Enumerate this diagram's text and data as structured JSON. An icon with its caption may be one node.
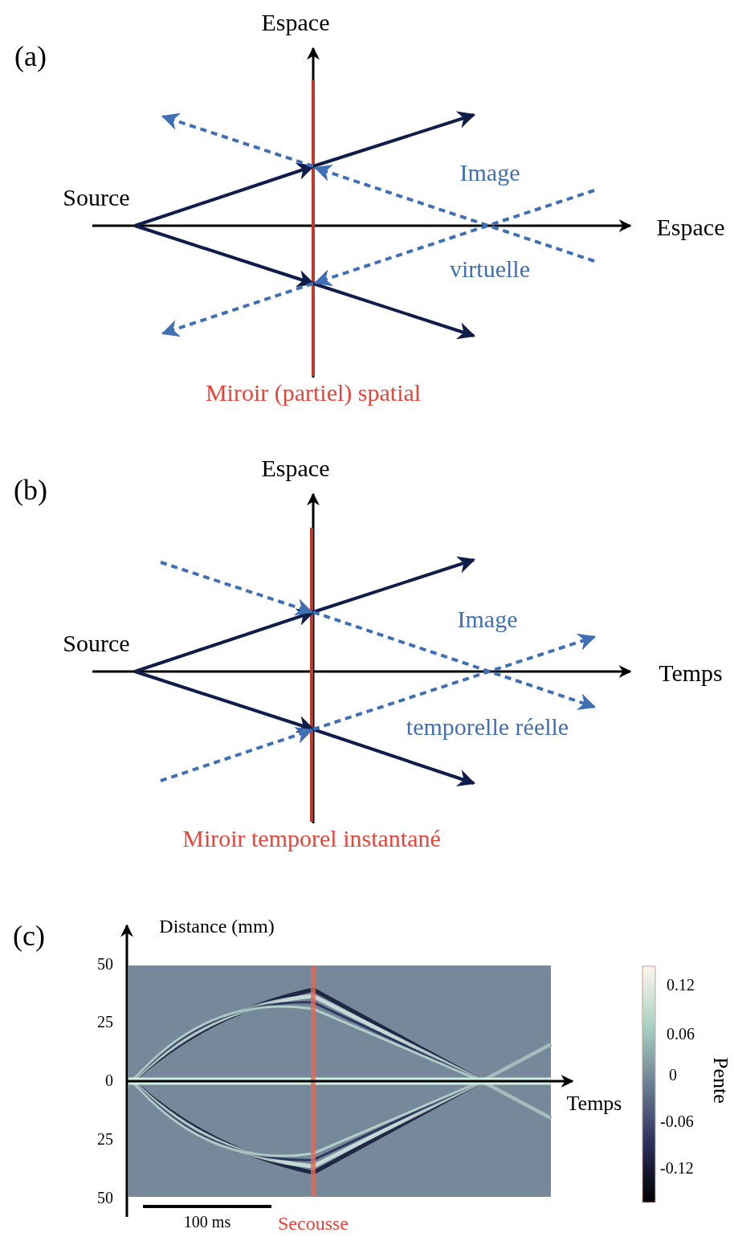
{
  "diagram": {
    "labels": [
      "(a)",
      "Espace",
      "Source",
      "Image",
      "Espace",
      "virtuelle",
      "Miroir (partiel) spatial",
      "(b)",
      "Espace",
      "Source",
      "Image",
      "Temps",
      "temporelle réelle",
      "Miroir temporel instantané",
      "(c)",
      "Distance (mm)",
      "50",
      "25",
      "0",
      "25",
      "50",
      "0.12",
      "0.06",
      "0",
      "-0.06",
      "-0.12",
      "Pente",
      "Temps",
      "100 ms",
      "Secousse"
    ]
  }
}
